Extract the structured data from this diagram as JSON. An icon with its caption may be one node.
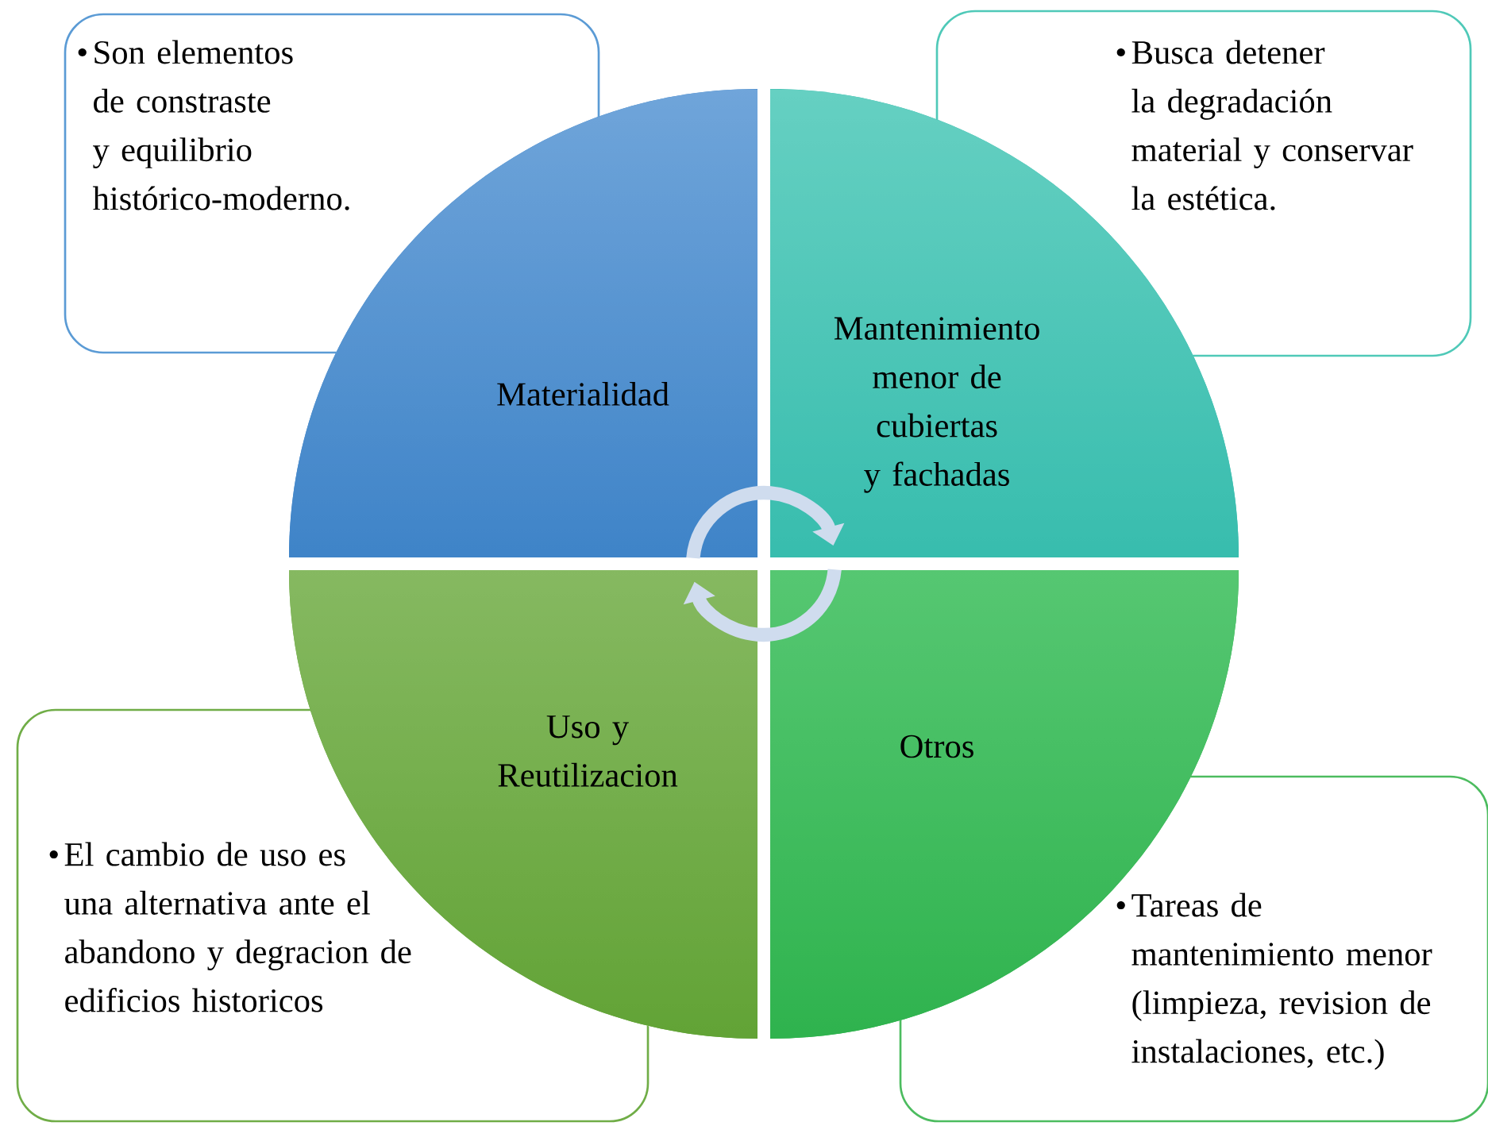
{
  "diagram": {
    "nodes": [
      {
        "text": [
          "•",
          "Son elementos de constraste y equilibrio histórico-moderno."
        ]
      },
      {
        "text": [
          "•",
          "Busca detener la degradación material y conservar la estética."
        ]
      },
      {
        "text": [
          "Materialidad"
        ]
      },
      {
        "text": [
          "Mantenimiento menor de cubiertas y fachadas"
        ]
      },
      {
        "text": [
          "Uso y Reutilizacion"
        ]
      },
      {
        "text": [
          "Otros"
        ]
      },
      {
        "text": [
          "•",
          "El cambio de uso es una alternativa ante el abandono y degracion de edificios historicos"
        ]
      },
      {
        "text": [
          "•",
          "Tareas de mantenimiento menor (limpieza, revision de instalaciones, etc.)"
        ]
      }
    ],
    "edges": [
      {
        "from": 2,
        "to": 3,
        "arrow": "to"
      },
      {
        "from": 5,
        "to": 4,
        "arrow": "to"
      }
    ]
  }
}
